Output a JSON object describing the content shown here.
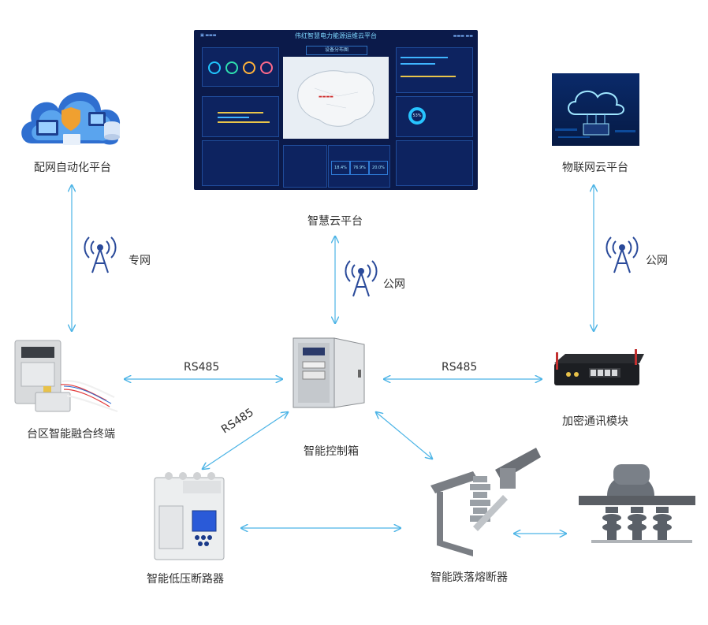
{
  "nodes": {
    "distribution": "配网自动化平台",
    "smart_cloud": "智慧云平台",
    "iot_cloud": "物联网云平台",
    "terminal": "台区智能融合终端",
    "control_box": "智能控制箱",
    "encrypt": "加密通讯模块",
    "breaker": "智能低压断路器",
    "fuse": "智能跌落熔断器"
  },
  "links": {
    "private_net": "专网",
    "public_net_center": "公网",
    "public_net_right": "公网",
    "rs485_left": "RS485",
    "rs485_right": "RS485",
    "rs485_diag": "RS485"
  },
  "dashboard": {
    "title": "伟红智慧电力能源运维云平台",
    "subtitle": "设备分布图",
    "gauge_value": "53%",
    "kpis": [
      "18.4%",
      "76.9%",
      "20.0%"
    ]
  },
  "colors": {
    "connector": "#4cb4e6",
    "dashboard_bg": "#0b1a4a",
    "antenna": "#2a4a9a"
  }
}
